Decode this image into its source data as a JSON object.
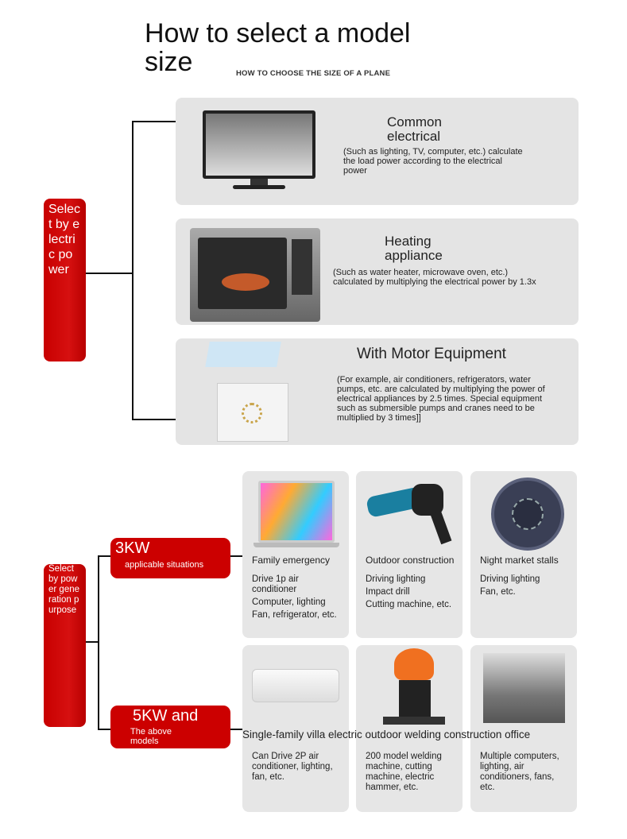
{
  "title": "How to select a model size",
  "subtitle": "HOW TO CHOOSE THE SIZE OF A PLANE",
  "section1": {
    "label": "Select by electric power",
    "items": [
      {
        "title": "Common electrical",
        "desc": "(Such as lighting, TV, computer, etc.) calculate the load power according to the electrical power",
        "image": "tv"
      },
      {
        "title": "Heating appliance",
        "desc": "(Such as water heater, microwave oven, etc.) calculated by multiplying the electrical power by 1.3x",
        "image": "microwave"
      },
      {
        "title": "With Motor Equipment",
        "desc": "(For example, air conditioners, refrigerators, water pumps, etc. are calculated by multiplying the power of electrical appliances by 2.5 times. Special equipment such as submersible pumps and cranes need to be multiplied by 3 times]]",
        "image": "chest-freezer"
      }
    ]
  },
  "section2": {
    "label": "Select by power generation purpose",
    "groups": [
      {
        "title": "3KW",
        "subtitle": "applicable situations",
        "cards": [
          {
            "label": "Family emergency",
            "lines": [
              "Drive 1p air conditioner",
              "Computer, lighting",
              "Fan, refrigerator, etc."
            ],
            "image": "laptop"
          },
          {
            "label": "Outdoor construction",
            "lines": [
              "Driving lighting",
              "Impact drill",
              "Cutting machine, etc."
            ],
            "image": "drill"
          },
          {
            "label": "Night market stalls",
            "lines": [
              "Driving lighting",
              "Fan, etc."
            ],
            "image": "fan"
          }
        ]
      },
      {
        "title": "5KW and",
        "subtitle": "The above models",
        "row_label": "Single-family villa electric outdoor welding construction office",
        "cards": [
          {
            "lines": [
              "Can Drive 2P air conditioner, lighting, fan, etc."
            ],
            "image": "air-conditioner"
          },
          {
            "lines": [
              "200 model welding machine, cutting machine, electric hammer, etc."
            ],
            "image": "cutting-machine"
          },
          {
            "lines": [
              "Multiple computers, lighting, air conditioners, fans, etc."
            ],
            "image": "office"
          }
        ]
      }
    ]
  }
}
